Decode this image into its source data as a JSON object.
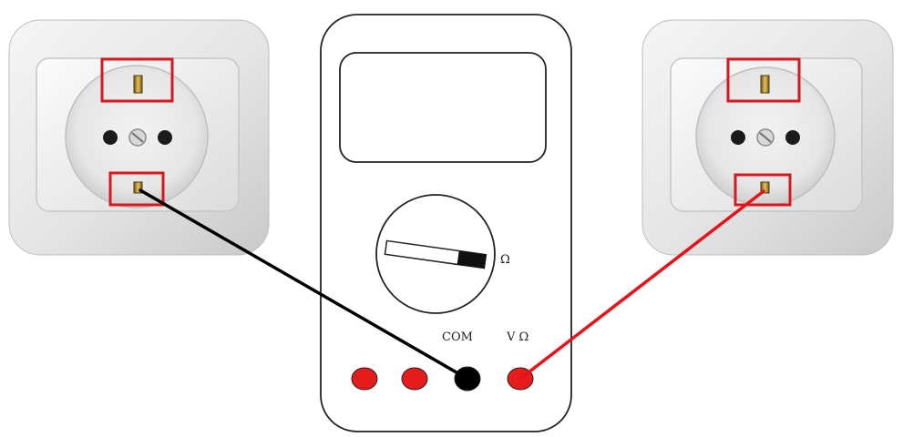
{
  "multimeter": {
    "dial_symbol": "Ω",
    "port_labels": {
      "com": "COM",
      "v_ohm": "V Ω"
    }
  },
  "colors": {
    "highlight_box": "#d7191f",
    "probe_black": "#000000",
    "probe_red": "#e8121a",
    "port_red": "#e61c1c",
    "outline": "#222222"
  },
  "sockets": [
    {
      "name": "left-socket",
      "probe": "black"
    },
    {
      "name": "right-socket",
      "probe": "red"
    }
  ]
}
